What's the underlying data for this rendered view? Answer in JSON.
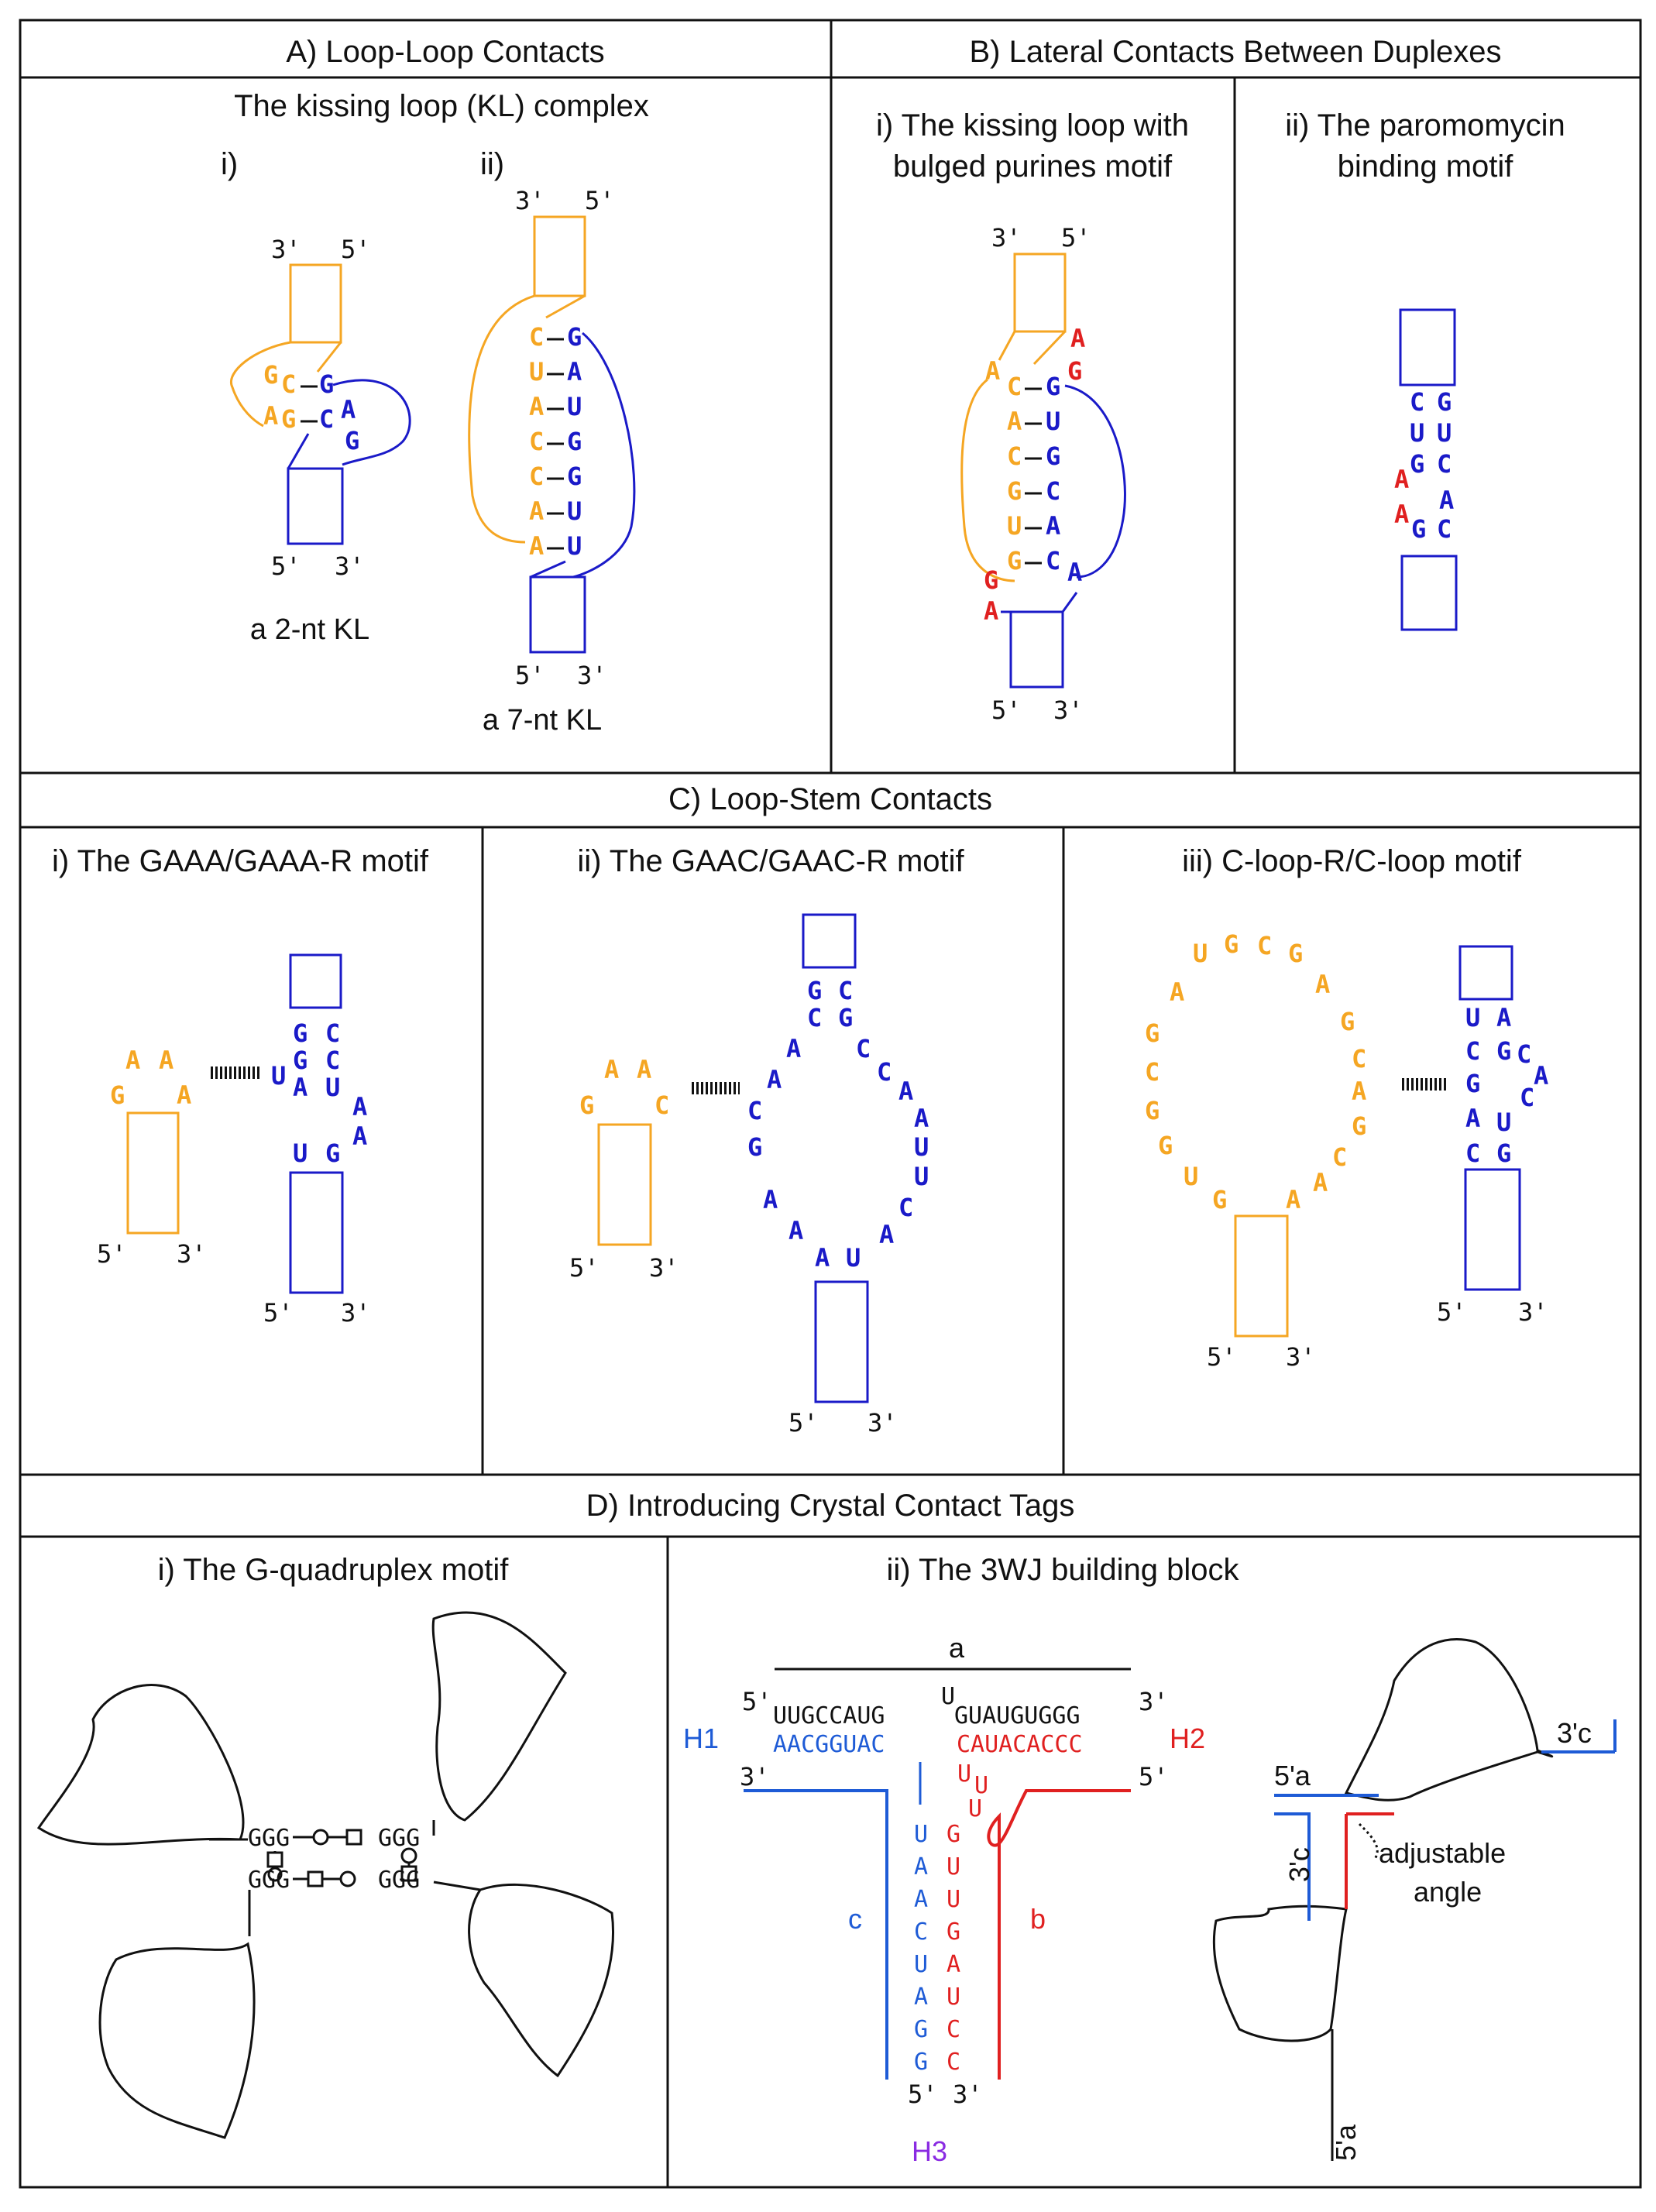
{
  "colors": {
    "orange": "#F5A623",
    "blue": "#1A1AC8",
    "red": "#E02020",
    "lightblue": "#1E5BD6",
    "purple": "#8A2BE2",
    "black": "#111111"
  },
  "sections": {
    "A": {
      "title": "A) Loop-Loop Contacts",
      "subtitle": "The kissing loop (KL) complex",
      "i": "i)",
      "ii": "ii)",
      "cap_i": "a 2-nt KL",
      "cap_ii": "a 7-nt KL"
    },
    "B": {
      "title": "B) Lateral Contacts Between Duplexes",
      "i_line1": "i) The kissing loop  with",
      "i_line2": "bulged purines motif",
      "ii_line1": "ii) The paromomycin",
      "ii_line2": "binding motif"
    },
    "C": {
      "title": "C) Loop-Stem Contacts",
      "i": "i) The GAAA/GAAA-R motif",
      "ii": "ii) The GAAC/GAAC-R motif",
      "iii": "iii) C-loop-R/C-loop motif"
    },
    "D": {
      "title": "D) Introducing Crystal Contact Tags",
      "i": "i) The G-quadruplex motif",
      "ii": "ii) The 3WJ building block",
      "a": "a",
      "b": "b",
      "c": "c",
      "H1": "H1",
      "H2": "H2",
      "H3": "H3",
      "top_strand": "UUGCCAUG",
      "top_strand2": "GUAUGUGGG",
      "bot_strand": "AACGGUAC",
      "bot_strand2": "CAUACACCC",
      "u_bulge": "U",
      "ggg": "GGG",
      "adj1": "adjustable",
      "adj2": "angle",
      "end_5a": "5'a",
      "end_3c": "3'c",
      "end_3c_r": "3'c",
      "end_5a_v": "5'a"
    },
    "ends": {
      "five": "5'",
      "three": "3'"
    }
  }
}
